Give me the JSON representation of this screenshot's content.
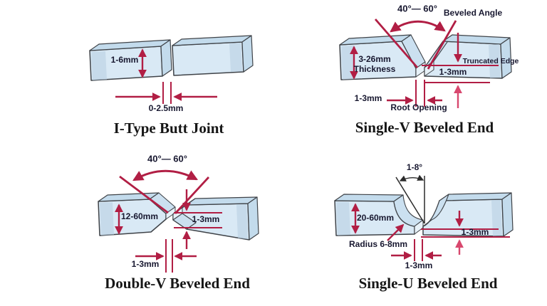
{
  "colors": {
    "crimson": "#b11e44",
    "pink": "#d8486e",
    "black_line": "#2b2b2b",
    "plate_front": "#d9e9f5",
    "plate_top": "#c3dbec",
    "plate_bevel": "#cbe0f0",
    "plate_root": "#e7f1f8",
    "plate_shade": "#b3cbdf",
    "outline": "#3f4348",
    "label": "#181830",
    "title": "#161616",
    "background": "#ffffff"
  },
  "joints": {
    "itype": {
      "title": "I-Type Butt Joint",
      "labels": {
        "thickness": "1-6mm",
        "root_gap": "0-2.5mm"
      }
    },
    "single_v": {
      "title": "Single-V Beveled End",
      "labels": {
        "angle": "40°— 60°",
        "angle_name": "Beveled Angle",
        "thickness": "3-26mm\nThickness",
        "truncated_edge": "Truncated Edge",
        "edge_height": "1-3mm",
        "root_gap": "1-3mm",
        "root_name": "Root Opening"
      }
    },
    "double_v": {
      "title": "Double-V Beveled End",
      "labels": {
        "angle": "40°— 60°",
        "thickness": "12-60mm",
        "edge_height": "1-3mm",
        "root_gap": "1-3mm"
      }
    },
    "single_u": {
      "title": "Single-U Beveled End",
      "labels": {
        "angle": "1-8°",
        "thickness": "20-60mm",
        "radius": "Radius 6-8mm",
        "edge_height": "1-3mm",
        "root_gap": "1-3mm"
      }
    }
  }
}
